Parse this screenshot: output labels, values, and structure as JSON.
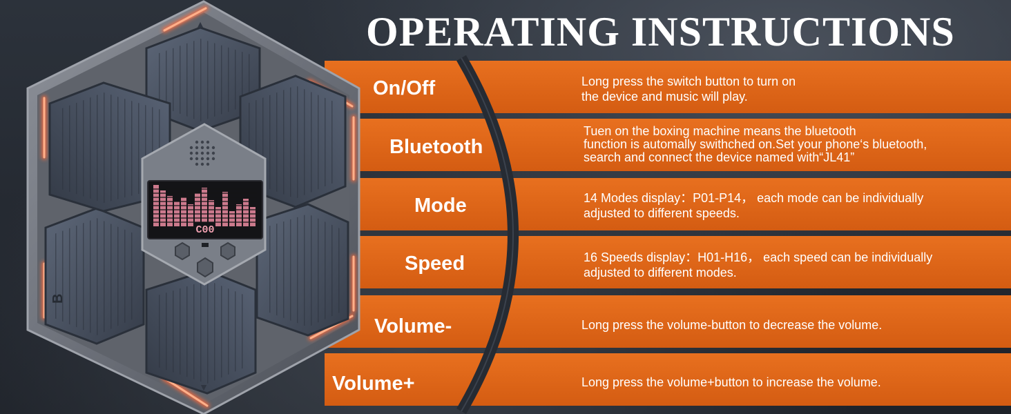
{
  "title": "OPERATING INSTRUCTIONS",
  "device": {
    "display_text": "C00"
  },
  "instructions": [
    {
      "label": "On/Off",
      "lines": [
        "Long press the switch button to turn on",
        "the device and music will play."
      ]
    },
    {
      "label": "Bluetooth",
      "lines": [
        "Tuen on the boxing machine means the bluetooth",
        "function is automally swithched on.Set your phone‘s bluetooth,",
        "search and connect the device named with“JL41”"
      ]
    },
    {
      "label": "Mode",
      "lines": [
        "14 Modes display：P01-P14，  each mode can be individually",
        "adjusted to different speeds."
      ]
    },
    {
      "label": "Speed",
      "lines": [
        "16 Speeds display：H01-H16，  each speed can be individually",
        "adjusted to different modes."
      ]
    },
    {
      "label": "Volume-",
      "lines": [
        "Long press the volume-button to decrease the volume."
      ]
    },
    {
      "label": "Volume+",
      "lines": [
        "Long press the volume+button to increase the volume."
      ]
    }
  ],
  "colors": {
    "bar": "#e0651a",
    "bar_dark": "#c9560f",
    "frame_glow": "#ff6a3a",
    "pad": "#4b5566",
    "screen_bars": "#e0869a"
  }
}
